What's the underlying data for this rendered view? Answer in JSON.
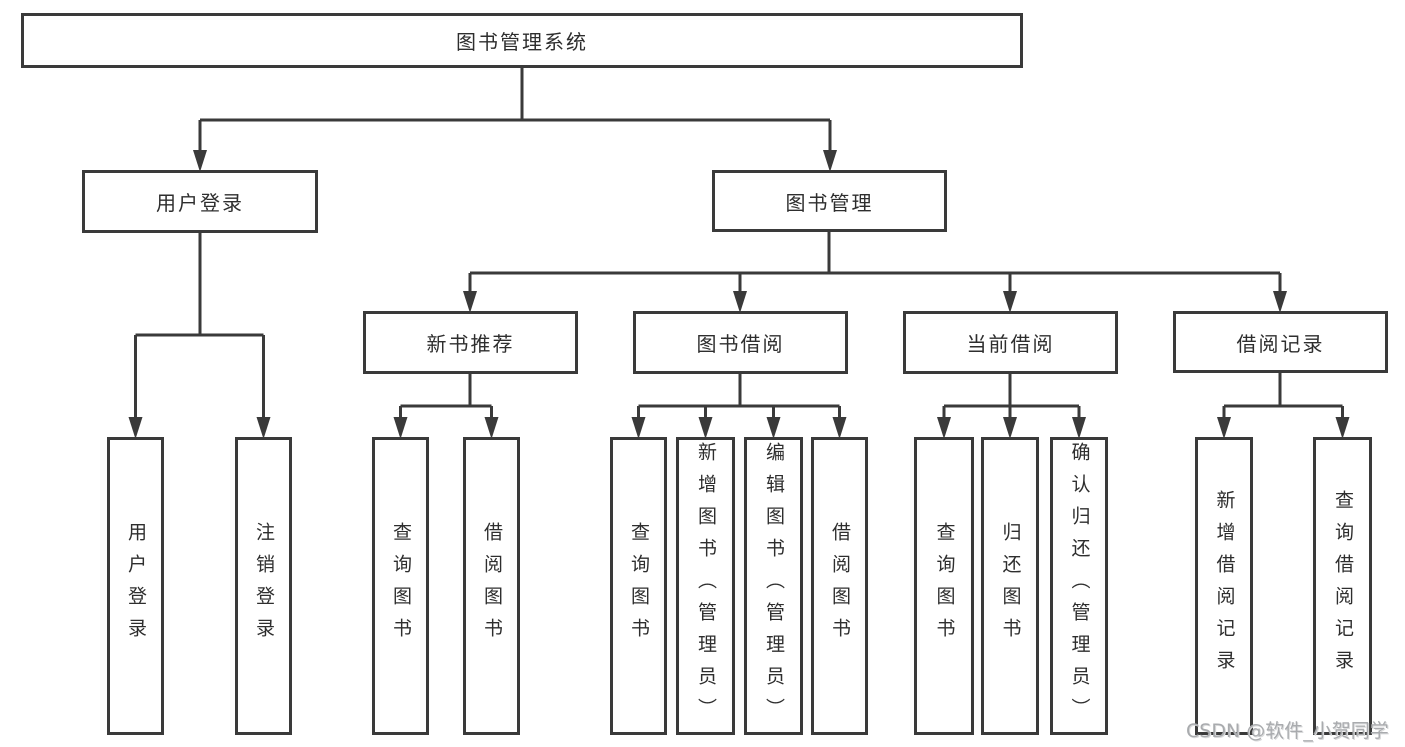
{
  "diagram": {
    "root": {
      "label": "图书管理系统"
    },
    "level2": [
      {
        "label": "用户登录"
      },
      {
        "label": "图书管理"
      }
    ],
    "level3": [
      {
        "label": "新书推荐"
      },
      {
        "label": "图书借阅"
      },
      {
        "label": "当前借阅"
      },
      {
        "label": "借阅记录"
      }
    ],
    "leaves": {
      "user_login": [
        {
          "label": "用户登录"
        },
        {
          "label": "注销登录"
        }
      ],
      "new_book": [
        {
          "label": "查询图书"
        },
        {
          "label": "借阅图书"
        }
      ],
      "book_borrow": [
        {
          "label": "查询图书"
        },
        {
          "label": "新增图书（管理员）"
        },
        {
          "label": "编辑图书（管理员）"
        },
        {
          "label": "借阅图书"
        }
      ],
      "current_borrow": [
        {
          "label": "查询图书"
        },
        {
          "label": "归还图书"
        },
        {
          "label": "确认归还（管理员）"
        }
      ],
      "borrow_records": [
        {
          "label": "新增借阅记录"
        },
        {
          "label": "查询借阅记录"
        }
      ]
    },
    "watermark": "CSDN @软件_小贺同学",
    "colors": {
      "line": "#3a3a3a",
      "text": "#2e2e2e",
      "watermark": "#a9abae",
      "background": "#ffffff"
    }
  }
}
